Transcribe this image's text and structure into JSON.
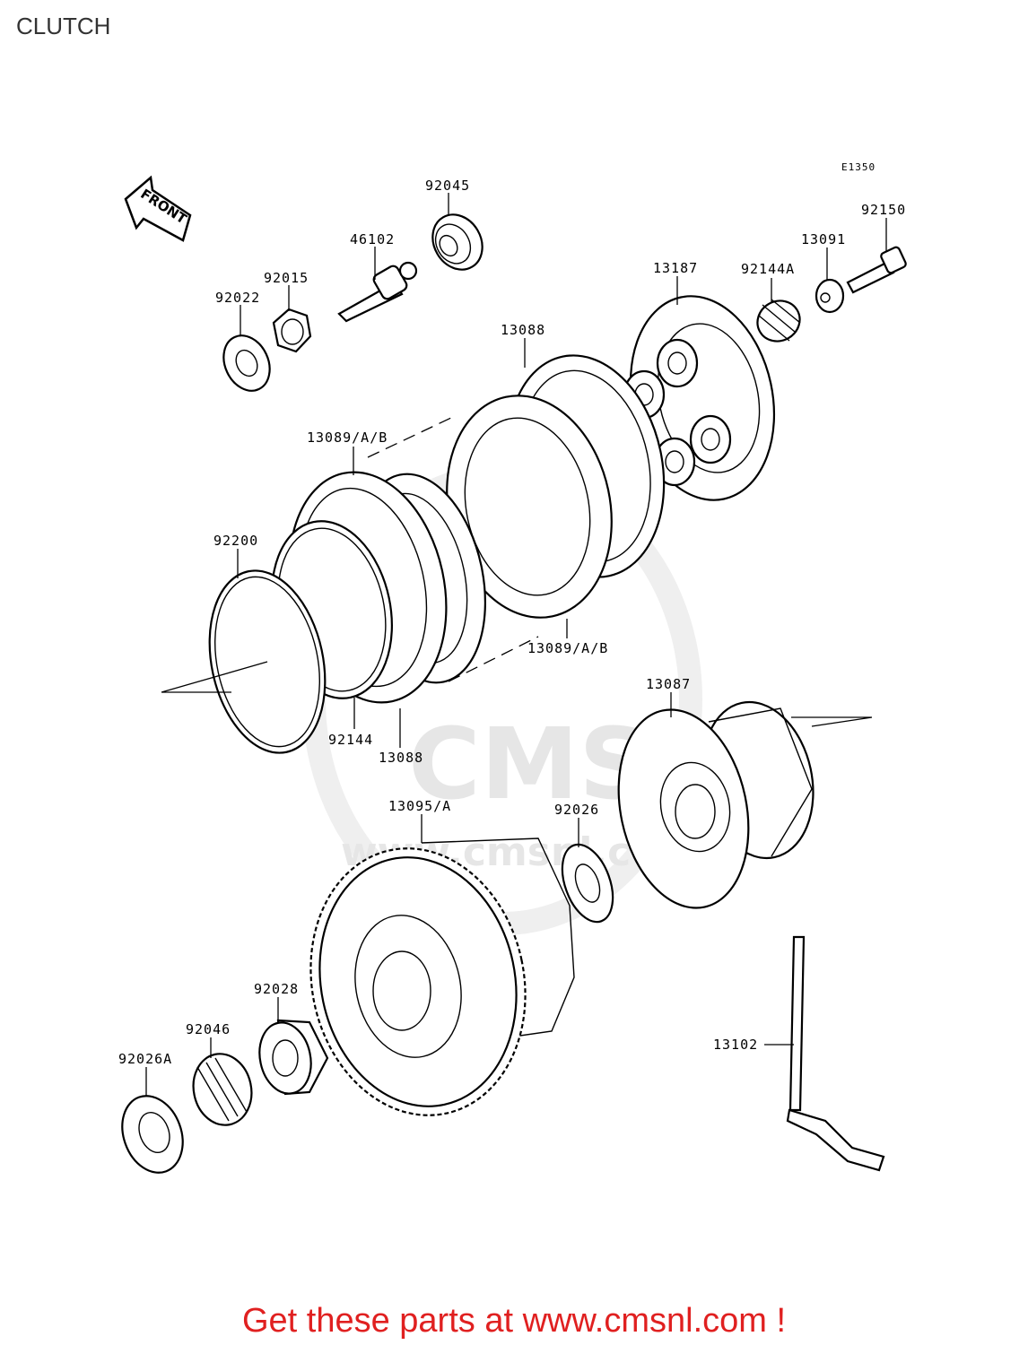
{
  "title": "CLUTCH",
  "ref_code": "E1350",
  "front_arrow_label": "FRONT",
  "watermark": {
    "brand": "CMS",
    "site": "www.cmsnl.com"
  },
  "footer": "Get these parts at www.cmsnl.com !",
  "parts": [
    {
      "number": "92045"
    },
    {
      "number": "46102"
    },
    {
      "number": "92015"
    },
    {
      "number": "92022"
    },
    {
      "number": "13187"
    },
    {
      "number": "92144A"
    },
    {
      "number": "13091"
    },
    {
      "number": "92150"
    },
    {
      "number": "13088",
      "position": "upper"
    },
    {
      "number": "13089/A/B",
      "position": "upper"
    },
    {
      "number": "13089/A/B",
      "position": "lower"
    },
    {
      "number": "92200"
    },
    {
      "number": "92144"
    },
    {
      "number": "13088",
      "position": "lower"
    },
    {
      "number": "13087"
    },
    {
      "number": "13095/A"
    },
    {
      "number": "92026"
    },
    {
      "number": "92028"
    },
    {
      "number": "92046"
    },
    {
      "number": "92026A"
    },
    {
      "number": "13102"
    }
  ]
}
